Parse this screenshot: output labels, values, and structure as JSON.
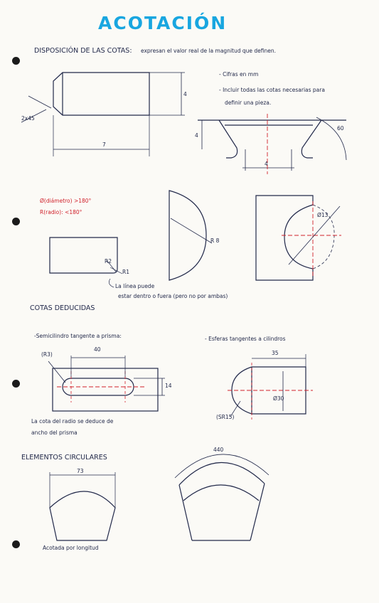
{
  "title": "ACOTACIÓN",
  "intro": {
    "heading": "DISPOSICIÓN DE LAS COTAS:",
    "text": "expresan el valor real de la magnitud que definen."
  },
  "notes": [
    "- Cifras en mm",
    "- Incluir todas las cotas necesarias para",
    "definir una pieza."
  ],
  "section1_dims": {
    "chamfer": "2x45",
    "height": "4",
    "width": "7",
    "left_height": "4",
    "bottom": "4",
    "angle": "60"
  },
  "radius_rule": {
    "diameter": "Ø(diámetro) >180°",
    "radius": "R(radio):  <180°"
  },
  "section1b_dims": {
    "r2": "R2",
    "r1": "R1",
    "r8": "R 8",
    "d13": "Ø13"
  },
  "line_note": [
    "La línea puede",
    "estar dentro o fuera (pero no por ambas)"
  ],
  "deduced": {
    "heading": "COTAS DEDUCIDAS",
    "sub_left": "-Semicilindro tangente a prisma:",
    "sub_right": "- Esferas tangentes a cilindros",
    "dim_40": "40",
    "dim_r3": "(R3)",
    "dim_14": "14",
    "dim_35": "35",
    "dim_d30": "Ø30",
    "dim_sr15": "(SR15)",
    "note": [
      "La cota del radio se deduce de",
      "ancho del prisma"
    ]
  },
  "circular": {
    "heading": "ELEMENTOS CIRCULARES",
    "dim_73": "73",
    "dim_440": "440",
    "note": "Acotada por longitud"
  },
  "colors": {
    "title": "#18a6e0",
    "ink": "#22294a",
    "red": "#d0202a"
  }
}
